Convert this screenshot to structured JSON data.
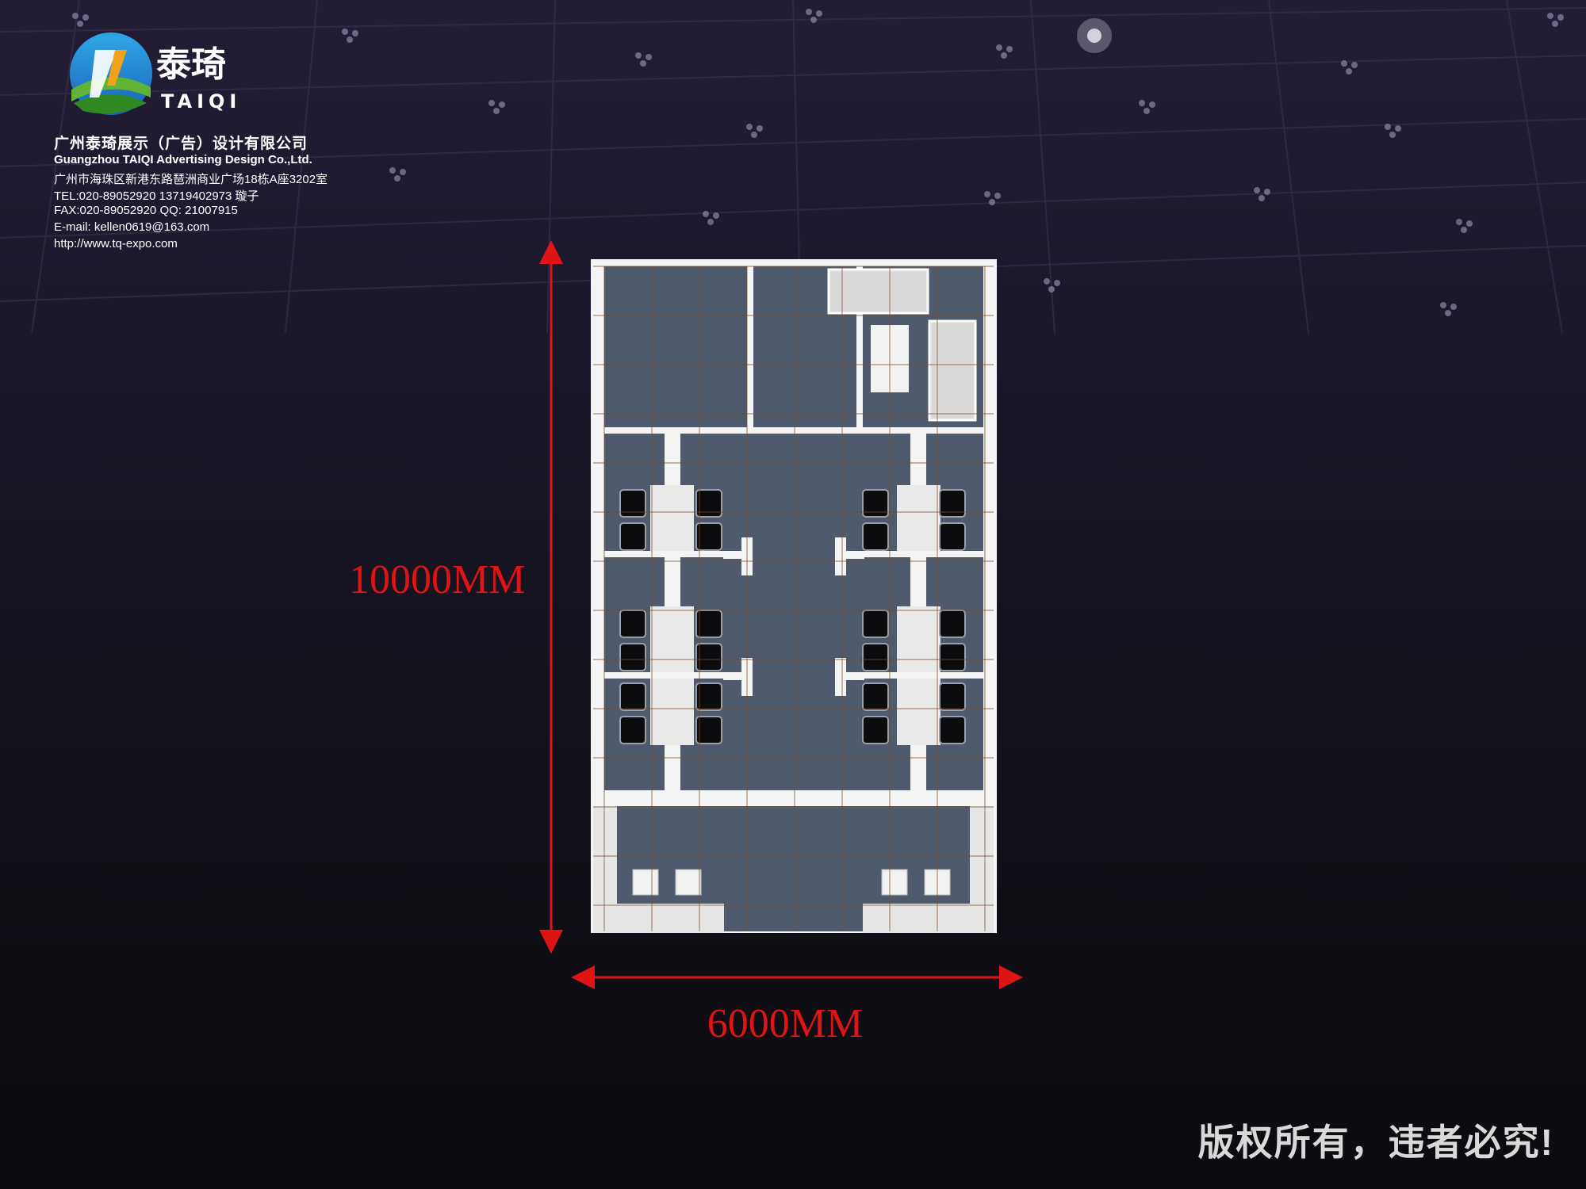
{
  "company": {
    "logo_cn": "泰琦",
    "logo_en": "TAIQI",
    "name_cn": "广州泰琦展示（广告）设计有限公司",
    "name_en": "Guangzhou TAIQI Advertising Design Co.,Ltd.",
    "address": "广州市海珠区新港东路琶洲商业广场18栋A座3202室",
    "tel": "TEL:020-89052920  13719402973 璇子",
    "fax_qq": "FAX:020-89052920    QQ: 21007915",
    "email": "E-mail:  kellen0619@163.com",
    "website": "http://www.tq-expo.com"
  },
  "dimensions": {
    "height_label": "10000MM",
    "width_label": "6000MM"
  },
  "copyright": "版权所有，违者必究!",
  "colors": {
    "dimension": "#e01414",
    "floor": "#4f5a6d",
    "wall": "#f4f4f4",
    "grid": "#7a4a2c"
  }
}
